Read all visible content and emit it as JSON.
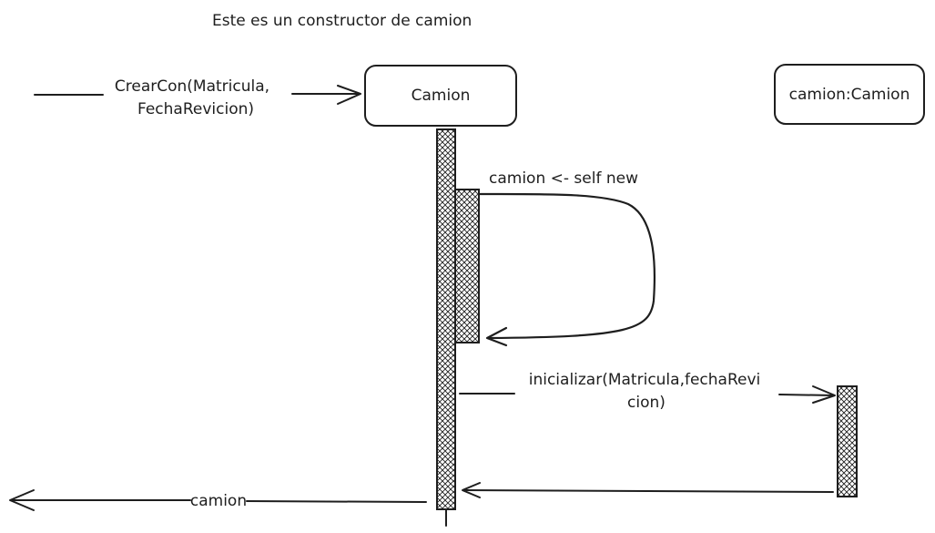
{
  "title": "Este es un constructor de camion",
  "participants": {
    "class": "Camion",
    "instance": "camion:Camion"
  },
  "messages": {
    "create_line1": "CrearCon(Matricula,",
    "create_line2": "FechaRevicion)",
    "self_new": "camion <- self new",
    "init_line1": "inicializar(Matricula,fechaRevi",
    "init_line2": "cion)",
    "return": "camion"
  },
  "colors": {
    "stroke": "#1e1e1e",
    "background": "#ffffff"
  }
}
